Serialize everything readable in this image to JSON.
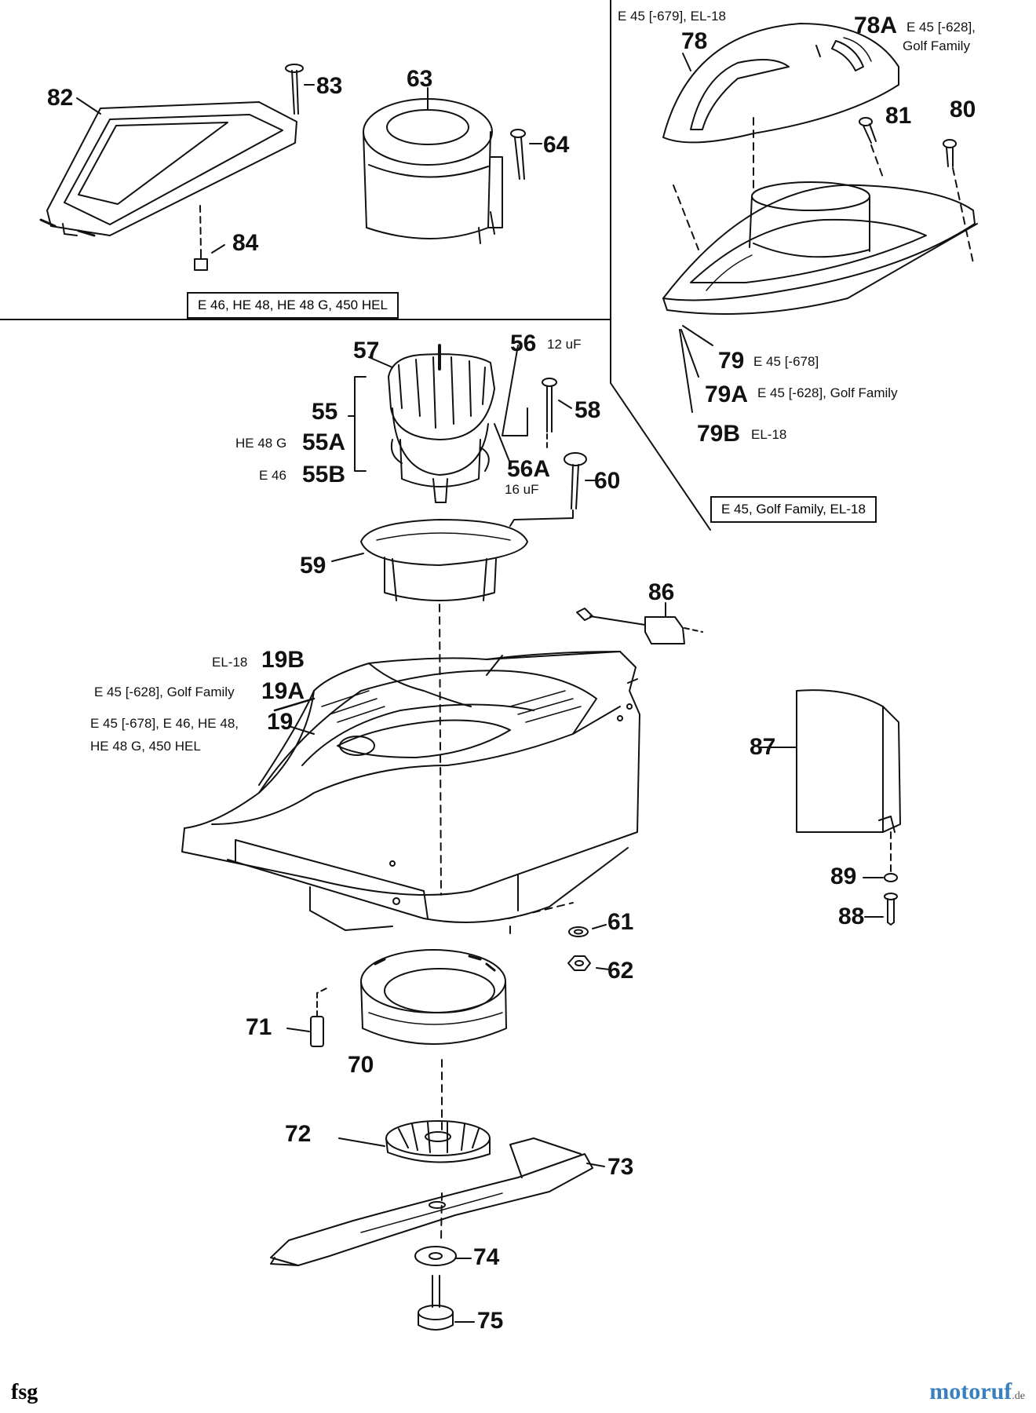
{
  "panels": {
    "top_left_caption": "E 46, HE 48, HE 48 G, 450 HEL",
    "top_right_caption": "E 45, Golf Family, EL-18"
  },
  "parts": {
    "p82": "82",
    "p83": "83",
    "p63": "63",
    "p64": "64",
    "p84": "84",
    "p78": "78",
    "p78a": "78A",
    "p81": "81",
    "p80": "80",
    "p79": "79",
    "p79a": "79A",
    "p79b": "79B",
    "p57": "57",
    "p56": "56",
    "p58": "58",
    "p55": "55",
    "p55a": "55A",
    "p55b": "55B",
    "p56a": "56A",
    "p60": "60",
    "p59": "59",
    "p86": "86",
    "p19b": "19B",
    "p19a": "19A",
    "p19": "19",
    "p87": "87",
    "p89": "89",
    "p88": "88",
    "p61": "61",
    "p62": "62",
    "p71": "71",
    "p70": "70",
    "p72": "72",
    "p73": "73",
    "p74": "74",
    "p75": "75"
  },
  "notes": {
    "n78": "E 45 [-679], EL-18",
    "n78a_1": "E 45 [-628],",
    "n78a_2": "Golf Family",
    "n79": "E 45 [-678]",
    "n79a": "E 45 [-628], Golf Family",
    "n79b": "EL-18",
    "n56": "12 uF",
    "n56a": "16 uF",
    "n55a": "HE 48 G",
    "n55b": "E 46",
    "n19b": "EL-18",
    "n19a": "E 45 [-628], Golf Family",
    "n19_1": "E 45 [-678], E 46, HE 48,",
    "n19_2": "HE 48 G, 450 HEL"
  },
  "footer": {
    "code": "fsg",
    "brand": "motoruf",
    "brand_suffix": ".de"
  }
}
